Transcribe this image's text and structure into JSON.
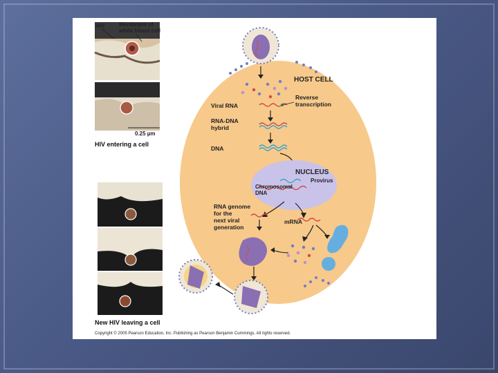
{
  "figure": {
    "photos_top": {
      "label_hiv": "HIV",
      "label_membrane": "Membrane of\nwhite blood cell",
      "scale": "0.25 µm",
      "caption": "HIV entering a cell"
    },
    "photos_bottom": {
      "caption": "New HIV leaving a cell"
    },
    "cycle": {
      "host_cell": "HOST CELL",
      "reverse_transcription": "Reverse\ntranscription",
      "viral_rna": "Viral RNA",
      "rna_dna_hybrid": "RNA-DNA\nhybrid",
      "dna": "DNA",
      "nucleus": "NUCLEUS",
      "provirus": "Provirus",
      "chromosomal_dna": "Chromosomal\nDNA",
      "rna_genome": "RNA genome\nfor the\nnext viral\ngeneration",
      "mrna": "mRNA"
    },
    "copyright": "Copyright © 2005 Pearson Education, Inc. Publishing as Pearson Benjamin Cummings. All rights reserved."
  },
  "colors": {
    "background": "#4a5a86",
    "cell": "#f7c98b",
    "nucleus": "#c9c3ea",
    "virus": "#8a6fb3",
    "protein": "#66aee0"
  }
}
